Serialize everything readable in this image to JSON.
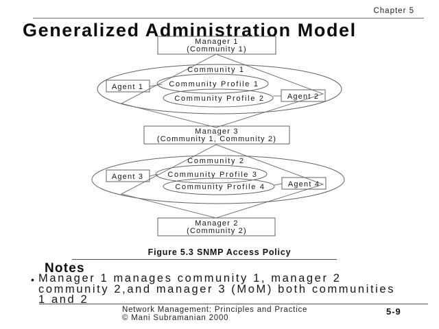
{
  "header": {
    "chapter": "Chapter 5"
  },
  "title": "Generalized Administration Model",
  "diagram": {
    "manager1": {
      "line1": "Manager 1",
      "line2": "(Community 1)"
    },
    "manager3": {
      "line1": "Manager 3",
      "line2": "(Community 1, Community 2)"
    },
    "manager2": {
      "line1": "Manager 2",
      "line2": "(Community 2)"
    },
    "community1": {
      "label": "Community 1",
      "profile1": "Community Profile 1",
      "profile2": "Community Profile 2",
      "agent_left": "Agent 1",
      "agent_right": "Agent 2"
    },
    "community2": {
      "label": "Community 2",
      "profile1": "Community Profile 3",
      "profile2": "Community Profile 4",
      "agent_left": "Agent 3",
      "agent_right": "Agent 4"
    }
  },
  "caption": "Figure 5.3 SNMP Access Policy",
  "notes": {
    "heading": "Notes",
    "bullet": "•",
    "lines": [
      "Manager 1 manages community 1, manager 2",
      "community 2,and manager 3 (MoM) both communities",
      "1 and 2"
    ]
  },
  "footer": {
    "credit_line1": "Network Management: Principles and Practice",
    "credit_line2": "© Mani Subramanian 2000",
    "page": "5-9"
  },
  "colors": {
    "background": "#ffffff",
    "ink": "#1a1a1a",
    "line_gray": "#616161"
  }
}
